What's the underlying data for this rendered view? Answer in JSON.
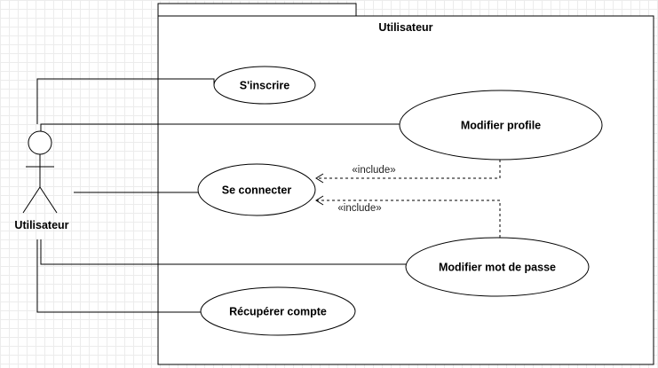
{
  "system": {
    "title": "Utilisateur"
  },
  "actor": {
    "label": "Utilisateur"
  },
  "use_cases": {
    "inscrire": "S'inscrire",
    "modifier_profile": "Modifier profile",
    "se_connecter": "Se connecter",
    "modifier_mdp": "Modifier mot de passe",
    "recuperer": "Récupérer compte"
  },
  "relations": {
    "include_1": "«include»",
    "include_2": "«include»"
  }
}
